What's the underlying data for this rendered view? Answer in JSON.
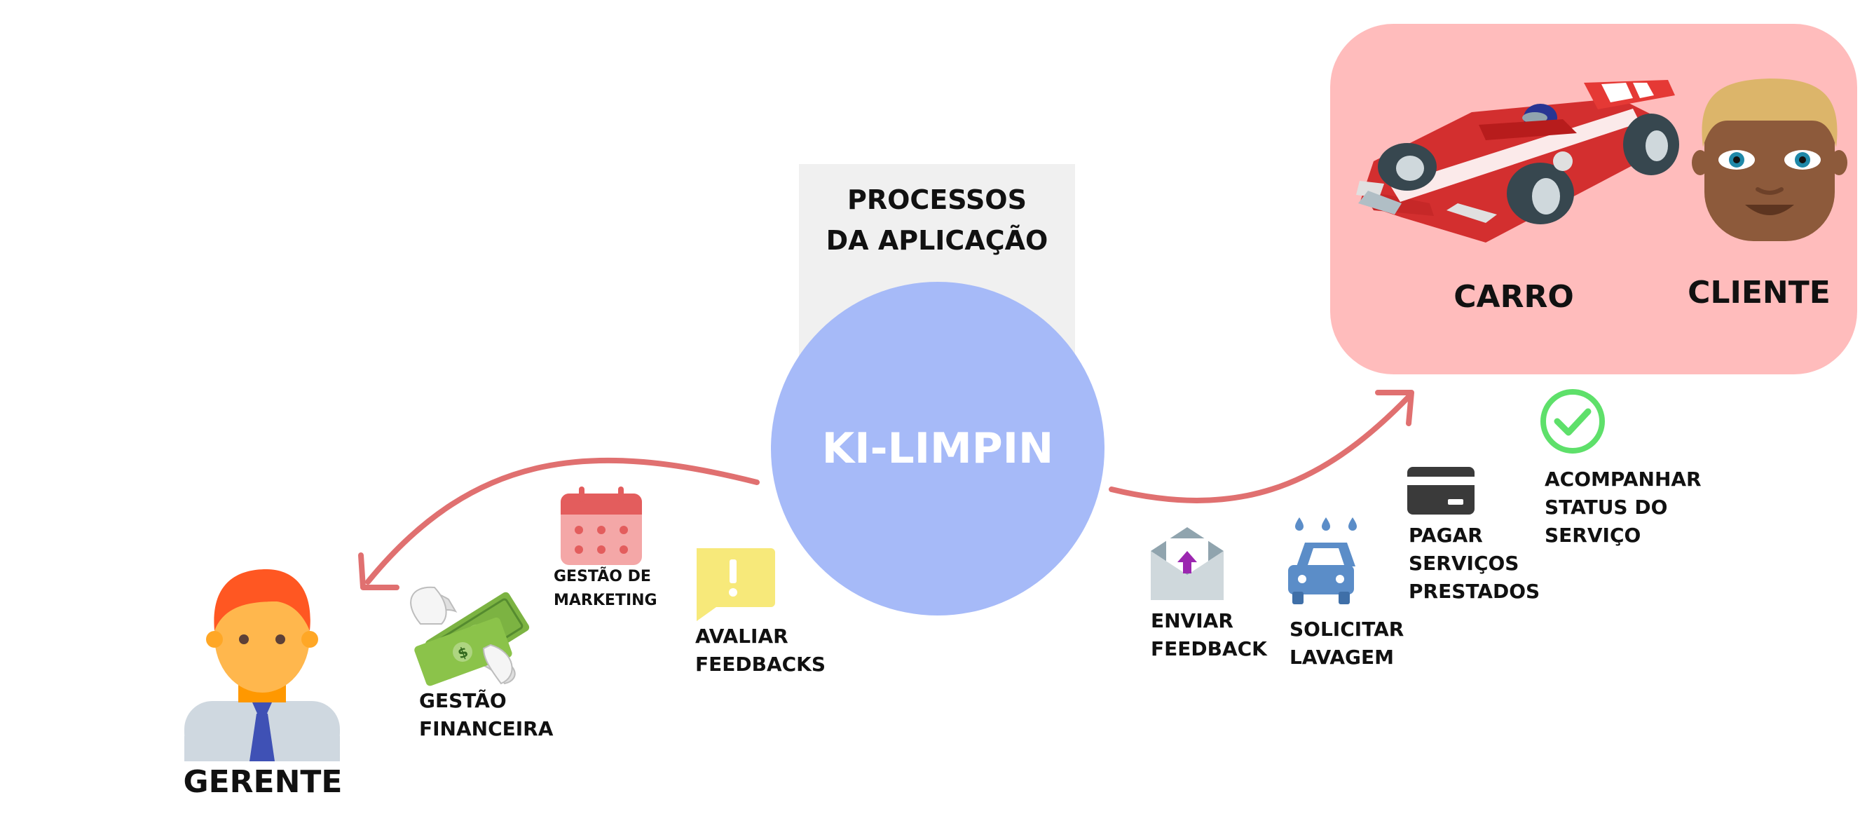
{
  "diagram": {
    "process_title": "PROCESSOS\nDA APLICAÇÃO",
    "center_label": "KI-LIMPIN",
    "manager_label": "GERENTE",
    "car_label": "CARRO",
    "client_label": "CLIENTE",
    "manager_actions": [
      {
        "label": "GESTÃO\nFINANCEIRA",
        "icon": "money-wings-icon"
      },
      {
        "label": "GESTÃO DE\nMARKETING",
        "icon": "calendar-icon"
      },
      {
        "label": "AVALIAR\nFEEDBACKS",
        "icon": "speech-bubble-exclamation-icon"
      }
    ],
    "client_actions": [
      {
        "label": "ENVIAR\nFEEDBACK",
        "icon": "envelope-upload-icon"
      },
      {
        "label": "SOLICITAR\nLAVAGEM",
        "icon": "car-wash-icon"
      },
      {
        "label": "PAGAR\nSERVIÇOS\nPRESTADOS",
        "icon": "credit-card-icon"
      },
      {
        "label": "ACOMPANHAR\nSTATUS DO\nSERVIÇO",
        "icon": "check-circle-icon"
      }
    ]
  },
  "colors": {
    "circle": "#a4b9f8",
    "arrow": "#e07070",
    "panel": "#ffbcbc",
    "box": "#f0f0f0"
  }
}
